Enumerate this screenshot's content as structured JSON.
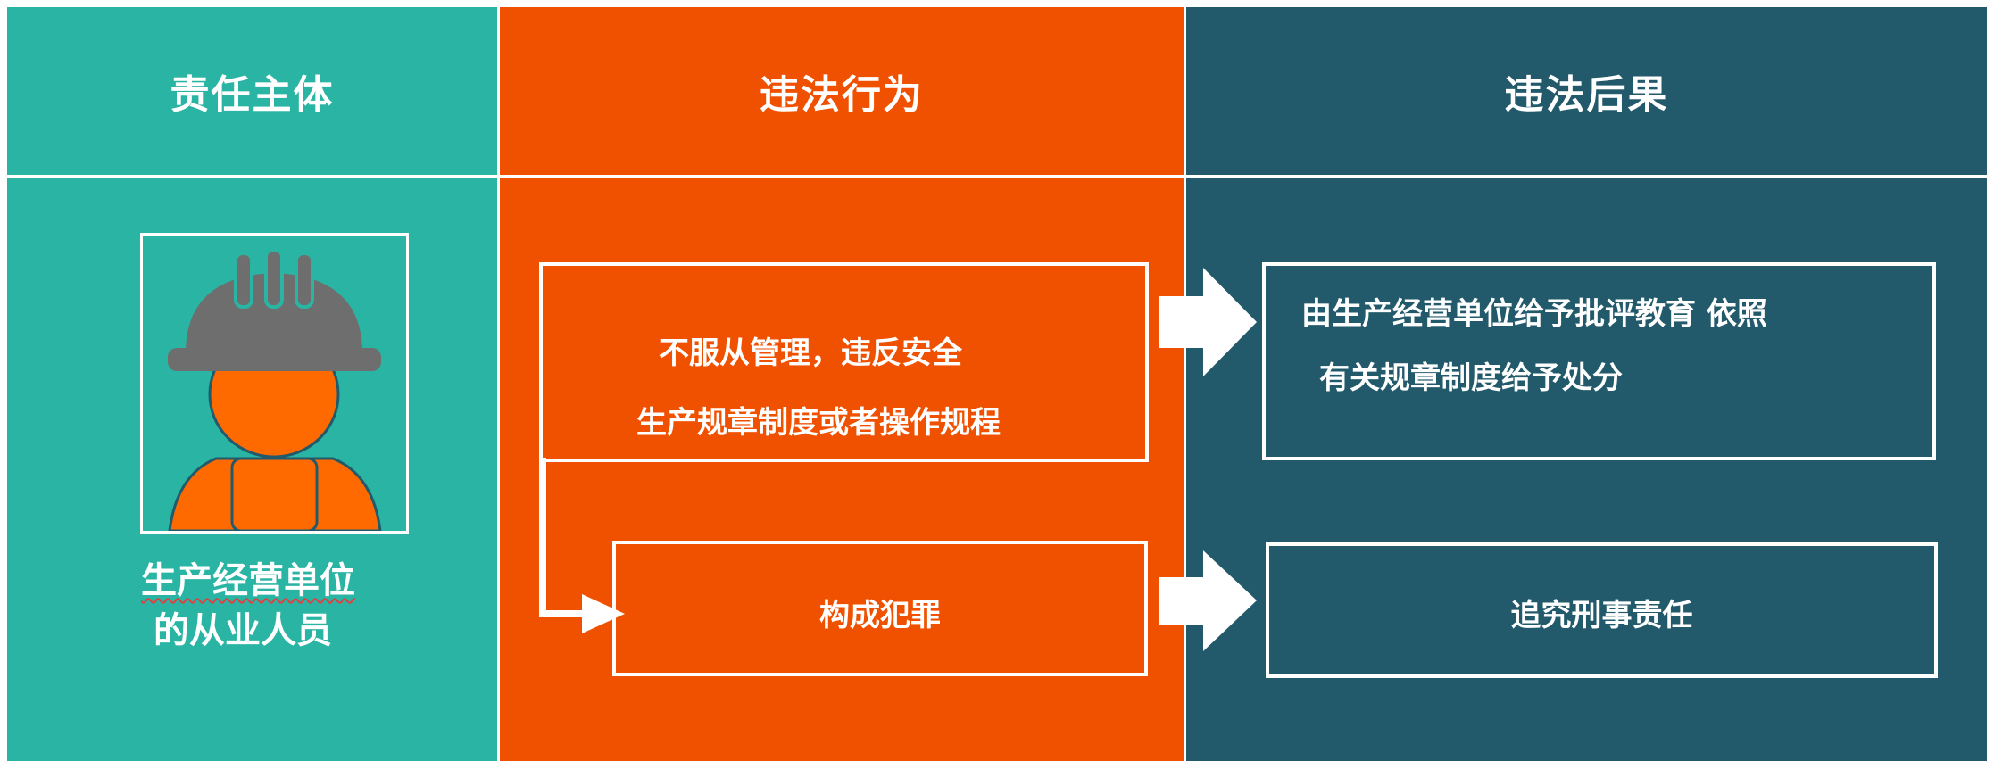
{
  "headers": {
    "subject": "责任主体",
    "behavior": "违法行为",
    "consequence": "违法后果"
  },
  "subject": {
    "icon": "construction-worker-icon",
    "label_line1": "生产经营单位",
    "label_line2": "的从业人员"
  },
  "behavior": {
    "violation_line1": "不服从管理，违反安全",
    "violation_line2": "生产规章制度或者操作规程",
    "crime": "构成犯罪"
  },
  "consequence": {
    "discipline_line1": "由生产经营单位给予批评教育 依照",
    "discipline_line2": "有关规章制度给予处分",
    "criminal": "追究刑事责任"
  },
  "colors": {
    "teal": "#29b4a3",
    "orange": "#f05100",
    "dark_teal": "#225a6b",
    "helmet_gray": "#6e6e6e",
    "worker_orange": "#ff6a00"
  }
}
